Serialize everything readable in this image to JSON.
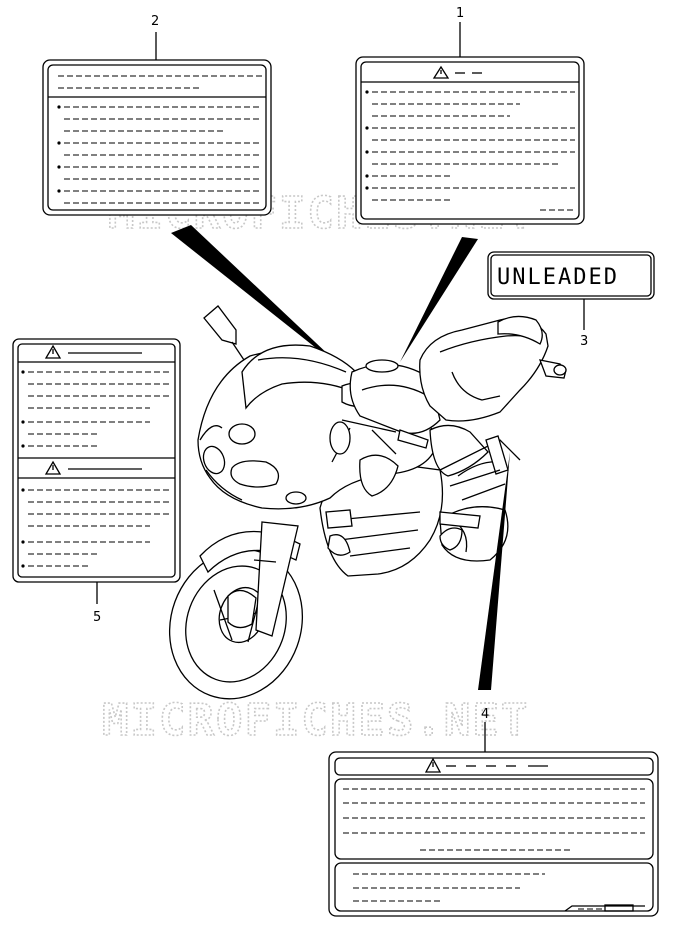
{
  "callouts": {
    "label_1": "1",
    "label_2": "2",
    "label_3": "3",
    "label_4": "4",
    "label_5": "5"
  },
  "unleaded_label": "UNLEADED",
  "watermark": {
    "upper": "MICROFICHES.NET",
    "lower": "MICROFICHES.NET"
  },
  "icons": {
    "warning": "warning-triangle-icon"
  }
}
